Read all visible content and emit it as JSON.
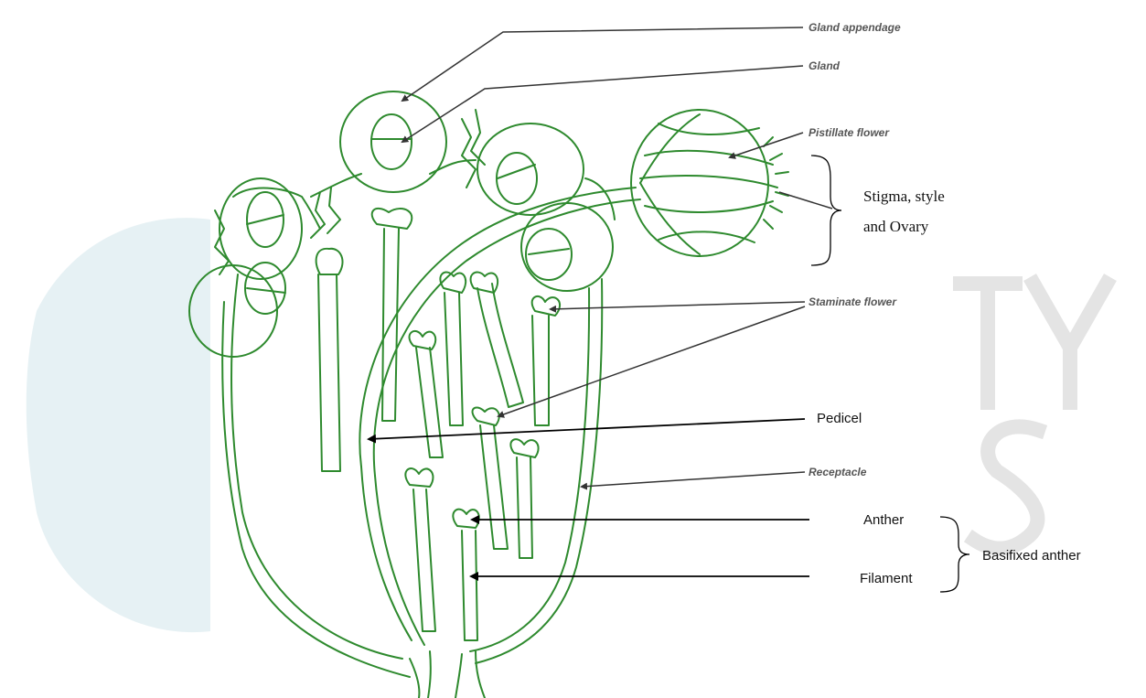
{
  "labels": {
    "gland_appendage": "Gland appendage",
    "gland": "Gland",
    "pistillate_flower": "Pistillate flower",
    "stigma_line1": "Stigma, style",
    "stigma_line2": "and Ovary",
    "staminate_flower": "Staminate flower",
    "pedicel": "Pedicel",
    "receptacle": "Receptacle",
    "anther": "Anther",
    "filament": "Filament",
    "basifixed_anther": "Basifixed  anther"
  },
  "colors": {
    "outline": "#2e8a2e",
    "arrow": "#000000",
    "watermark_gray": "#e4e4e4",
    "watermark_blue": "#e3f0f3"
  }
}
